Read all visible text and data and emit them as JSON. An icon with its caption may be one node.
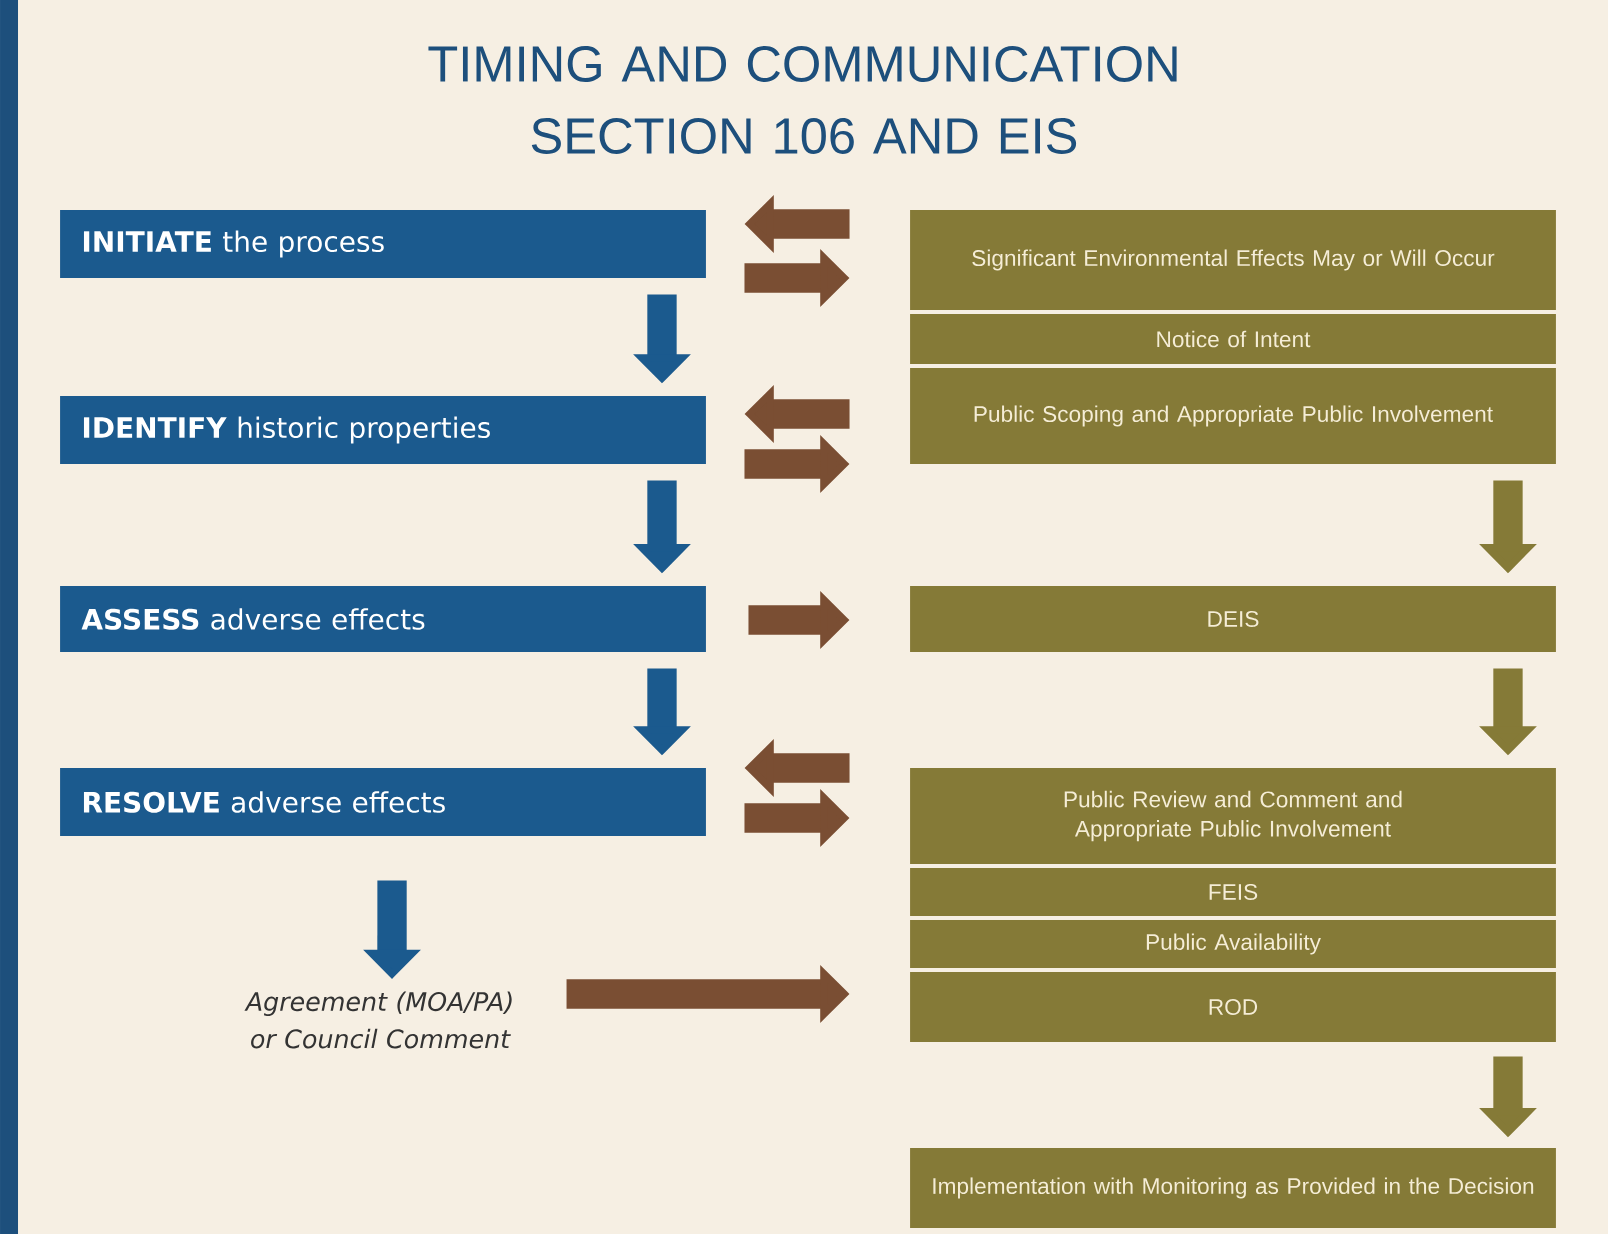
{
  "diagram": {
    "title": "TIMING AND COMMUNICATION SECTION 106 AND EIS",
    "nodes": [
      {
        "text": [
          "**INITIATE** the process"
        ]
      },
      {
        "text": [
          "**IDENTIFY** historic properties"
        ]
      },
      {
        "text": [
          "**ASSESS** adverse effects"
        ]
      },
      {
        "text": [
          "**RESOLVE** adverse effects"
        ]
      },
      {
        "text": [
          "Agreement (MOA/PA) or Council Comment"
        ]
      },
      {
        "text": [
          "Significant Environmental Effects May or Will Occur"
        ]
      },
      {
        "text": [
          "Notice of Intent"
        ]
      },
      {
        "text": [
          "Public Scoping and Appropriate Public Involvement"
        ]
      },
      {
        "text": [
          "DEIS"
        ]
      },
      {
        "text": [
          "Public Review and Comment and Appropriate Public Involvement"
        ]
      },
      {
        "text": [
          "FEIS"
        ]
      },
      {
        "text": [
          "Public Availability"
        ]
      },
      {
        "text": [
          "ROD"
        ]
      },
      {
        "text": [
          "Implementation with Monitoring as Provided in the Decision"
        ]
      }
    ],
    "edges": [
      {
        "from": 0,
        "to": 1,
        "arrow": "to",
        "color": "#1b5a8e"
      },
      {
        "from": 1,
        "to": 2,
        "arrow": "to",
        "color": "#1b5a8e"
      },
      {
        "from": 2,
        "to": 3,
        "arrow": "to",
        "color": "#1b5a8e"
      },
      {
        "from": 3,
        "to": 4,
        "arrow": "to",
        "color": "#1b5a8e"
      },
      {
        "from": 5,
        "to": 0,
        "arrow": "to"
      },
      {
        "from": 0,
        "to": 5,
        "arrow": "to"
      },
      {
        "from": 7,
        "to": 1,
        "arrow": "to"
      },
      {
        "from": 1,
        "to": 7,
        "arrow": "to"
      },
      {
        "from": 2,
        "to": 8,
        "arrow": "to"
      },
      {
        "from": 9,
        "to": 3,
        "arrow": "to"
      },
      {
        "from": 3,
        "to": 9,
        "arrow": "to"
      },
      {
        "from": 4,
        "to": 12,
        "arrow": "to"
      },
      {
        "from": 7,
        "to": 8,
        "arrow": "to",
        "color": "#857a37"
      },
      {
        "from": 8,
        "to": 9,
        "arrow": "to",
        "color": "#857a37"
      },
      {
        "from": 12,
        "to": 13,
        "arrow": "to",
        "color": "#857a37"
      }
    ]
  }
}
